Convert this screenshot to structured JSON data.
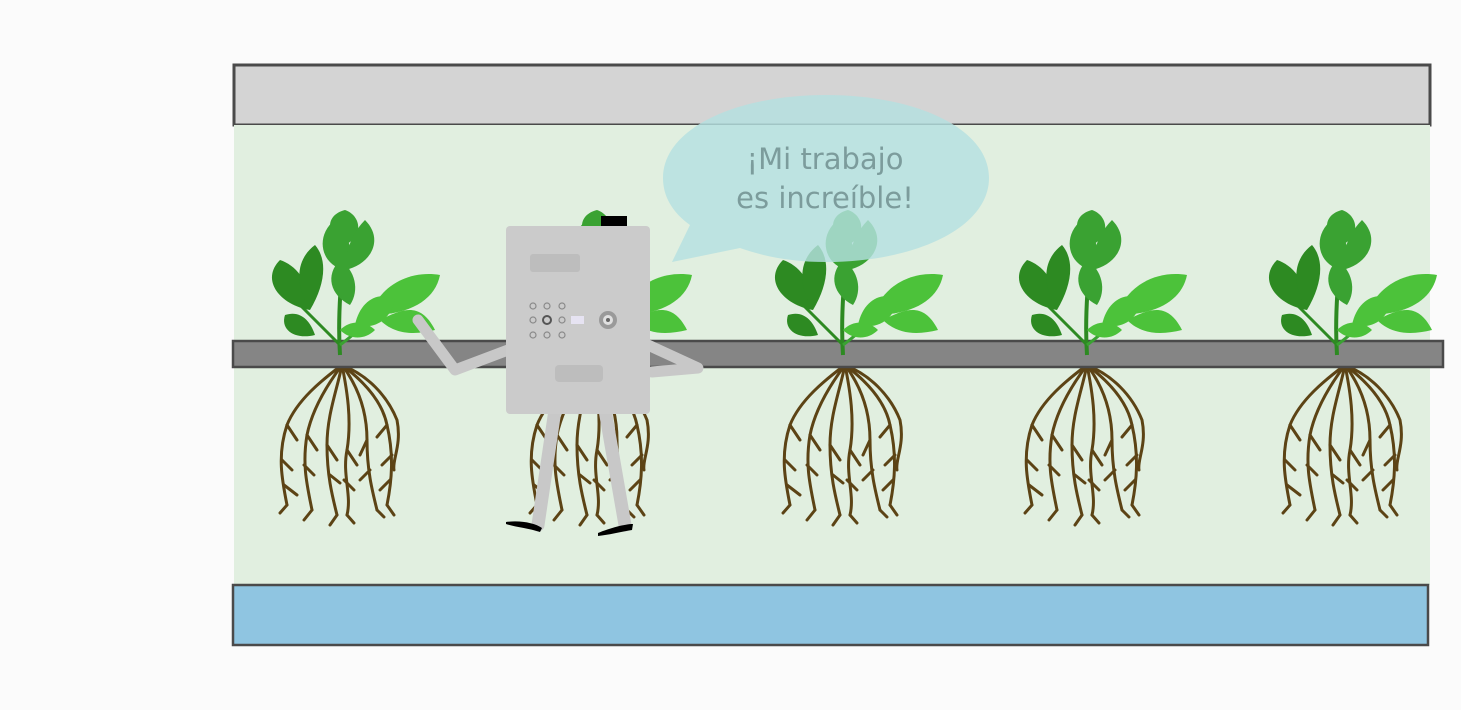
{
  "scene": {
    "speech_bubble": {
      "line1": "¡Mi trabajo",
      "line2": "es increíble!"
    },
    "colors": {
      "background": "#fbfbfb",
      "top_panel": "#d4d4d4",
      "tank_interior": "#e1efe0",
      "water_reservoir": "#8fc5e1",
      "pipe": "#858585",
      "outline": "#4a4a4a",
      "leaf_dark": "#2d8a22",
      "leaf_mid": "#3aa232",
      "leaf_light": "#4cc23a",
      "root": "#5c4315",
      "robot_body": "#cbcbcb",
      "bubble": "#b4e0e0"
    },
    "plant_count": 5
  }
}
